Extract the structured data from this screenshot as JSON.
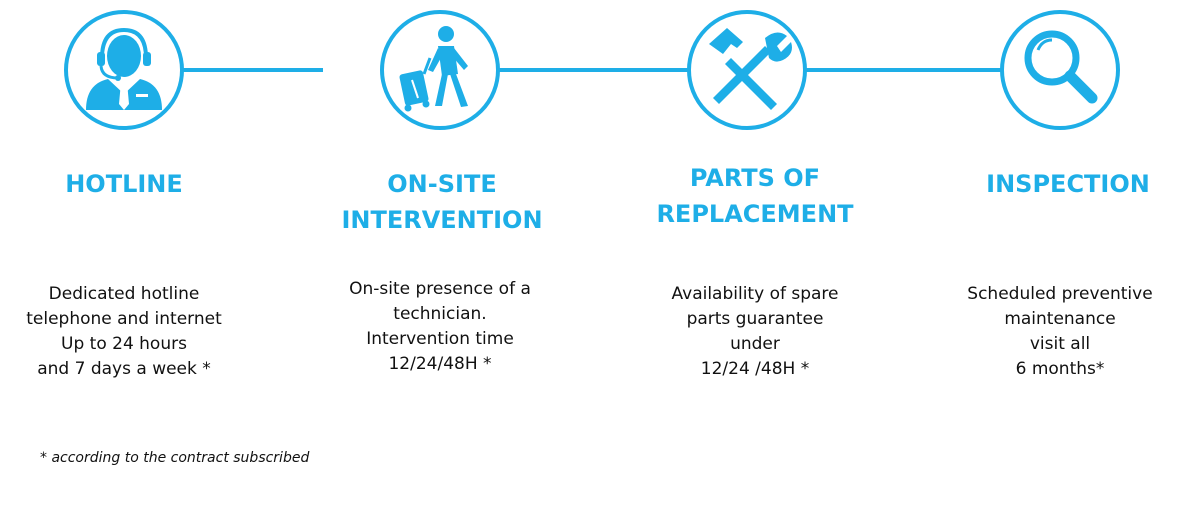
{
  "accent_color": "#1eaee7",
  "steps": [
    {
      "icon": "headset-agent-icon",
      "title_lines": [
        "HOTLINE"
      ],
      "desc_lines": [
        "Dedicated hotline",
        "telephone and internet",
        "Up to 24 hours",
        "and 7 days a week *"
      ]
    },
    {
      "icon": "walking-traveler-icon",
      "title_lines": [
        "ON-SITE",
        "INTERVENTION"
      ],
      "desc_lines": [
        "On-site presence of a",
        "technician.",
        "Intervention time",
        "12/24/48H *"
      ]
    },
    {
      "icon": "hammer-wrench-icon",
      "title_lines": [
        "PARTS OF",
        "REPLACEMENT"
      ],
      "desc_lines": [
        "Availability of spare",
        "parts guarantee",
        "under",
        "12/24 /48H *"
      ]
    },
    {
      "icon": "magnifier-icon",
      "title_lines": [
        "INSPECTION"
      ],
      "desc_lines": [
        "Scheduled preventive",
        "maintenance",
        "visit all",
        "6 months*"
      ]
    }
  ],
  "footnote": "* according to the contract subscribed"
}
